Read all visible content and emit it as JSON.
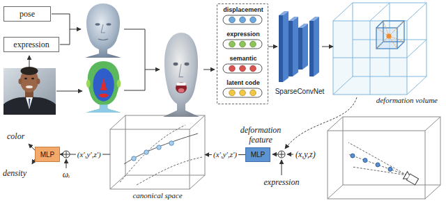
{
  "diagram": {
    "nodes": [
      {
        "text": [
          "pose"
        ]
      },
      {
        "text": [
          "expression"
        ]
      },
      {
        "text": [
          "displacement",
          "expression",
          "semantic",
          "latent code"
        ]
      },
      {
        "text": [
          "SparseConvNet"
        ]
      },
      {
        "text": [
          "deformation volume"
        ]
      },
      {
        "text": [
          "MLP"
        ]
      },
      {
        "text": [
          "canonical space"
        ]
      },
      {
        "text": [
          "MLP"
        ]
      }
    ],
    "edges": [
      {
        "from": 2,
        "to": 3,
        "arrow": "to"
      },
      {
        "from": 3,
        "to": 4,
        "arrow": "to"
      },
      {
        "from": 5,
        "to": 6,
        "arrow": "to",
        "label": "(x',y',z')"
      },
      {
        "from": 6,
        "to": 7,
        "arrow": "to",
        "label": "(x',y',z')"
      }
    ],
    "labels": [
      "deformation feature",
      "(x,y,z)",
      "expression",
      "ωᵢ",
      "color",
      "density"
    ]
  }
}
